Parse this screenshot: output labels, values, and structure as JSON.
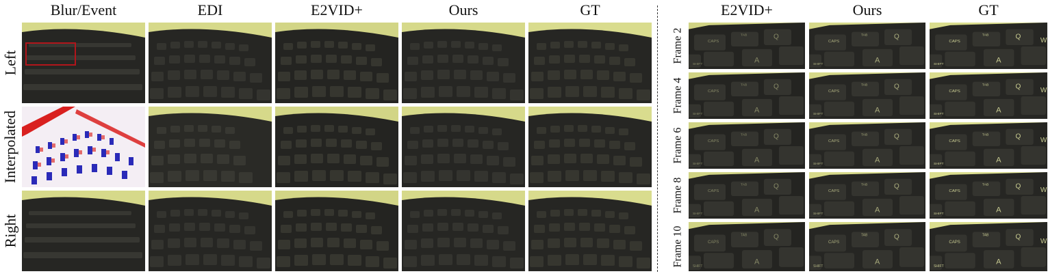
{
  "left_panel": {
    "columns": [
      "Blur/Event",
      "EDI",
      "E2VID+",
      "Ours",
      "GT"
    ],
    "rows": [
      "Left",
      "Interpolated",
      "Right"
    ]
  },
  "right_panel": {
    "columns": [
      "E2VID+",
      "Ours",
      "GT"
    ],
    "rows": [
      "Frame 2",
      "Frame 4",
      "Frame 6",
      "Frame 8",
      "Frame 10"
    ]
  },
  "key_labels": {
    "caps": "CAPS",
    "tab": "TAB",
    "shift": "SHIFT",
    "q": "Q",
    "a": "A",
    "w": "W"
  },
  "colors": {
    "desk": "#d6d98a",
    "keyboard": "#262623",
    "key": "#34342f",
    "key_glyph": "#c9cc92",
    "highlight_box": "#b3151b",
    "event_red": "#d9201f",
    "event_blue": "#2a2ab8"
  }
}
